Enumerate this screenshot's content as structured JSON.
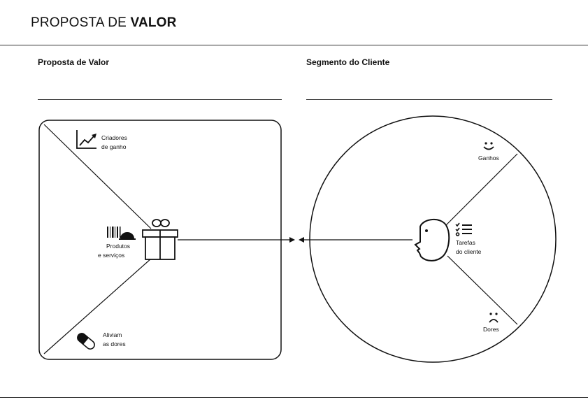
{
  "header": {
    "title_light": "PROPOSTA DE",
    "title_bold": "VALOR"
  },
  "value_proposition": {
    "heading": "Proposta de Valor",
    "gain_creators": {
      "line1": "Criadores",
      "line2": "de ganho",
      "icon": "chart-up-icon"
    },
    "products_services": {
      "line1": "Produtos",
      "line2": "e serviços",
      "icon": "barcode-cloche-icon"
    },
    "pain_relievers": {
      "line1": "Aliviam",
      "line2": "as dores",
      "icon": "pill-icon"
    },
    "center_icon": "gift-icon"
  },
  "customer_segment": {
    "heading": "Segmento do Cliente",
    "gains": {
      "label": "Ganhos",
      "icon": "smile-icon"
    },
    "customer_jobs": {
      "line1": "Tarefas",
      "line2": "do cliente",
      "icon": "checklist-icon"
    },
    "pains": {
      "label": "Dores",
      "icon": "frown-icon"
    },
    "center_icon": "face-profile-icon"
  },
  "colors": {
    "ink": "#111111",
    "rule": "#333333",
    "background": "#ffffff"
  }
}
